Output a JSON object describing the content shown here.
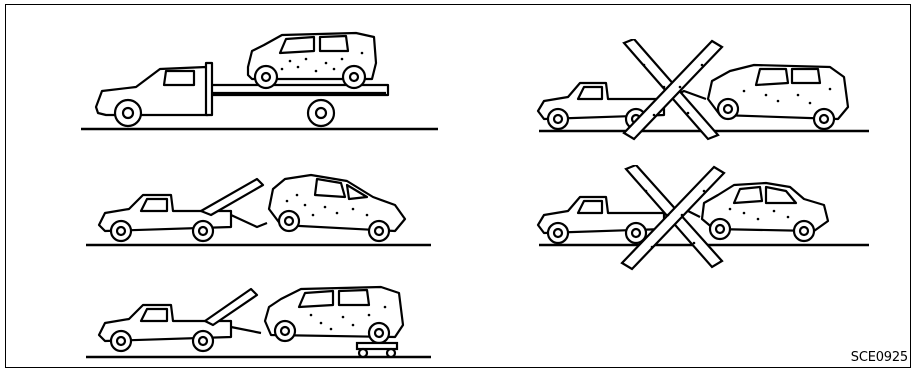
{
  "figure": {
    "code_label": "SCE0925",
    "colors": {
      "ink": "#000000",
      "paper": "#ffffff"
    },
    "panels": [
      {
        "method": "flatbed",
        "allowed": true
      },
      {
        "method": "wheel-lift-front-raised",
        "allowed": true
      },
      {
        "method": "wheel-lift-with-dollies",
        "allowed": true
      },
      {
        "method": "sling-front-raised",
        "allowed": false,
        "icon": "x-mark-icon"
      },
      {
        "method": "sling-rear-raised",
        "allowed": false,
        "icon": "x-mark-icon"
      }
    ]
  }
}
